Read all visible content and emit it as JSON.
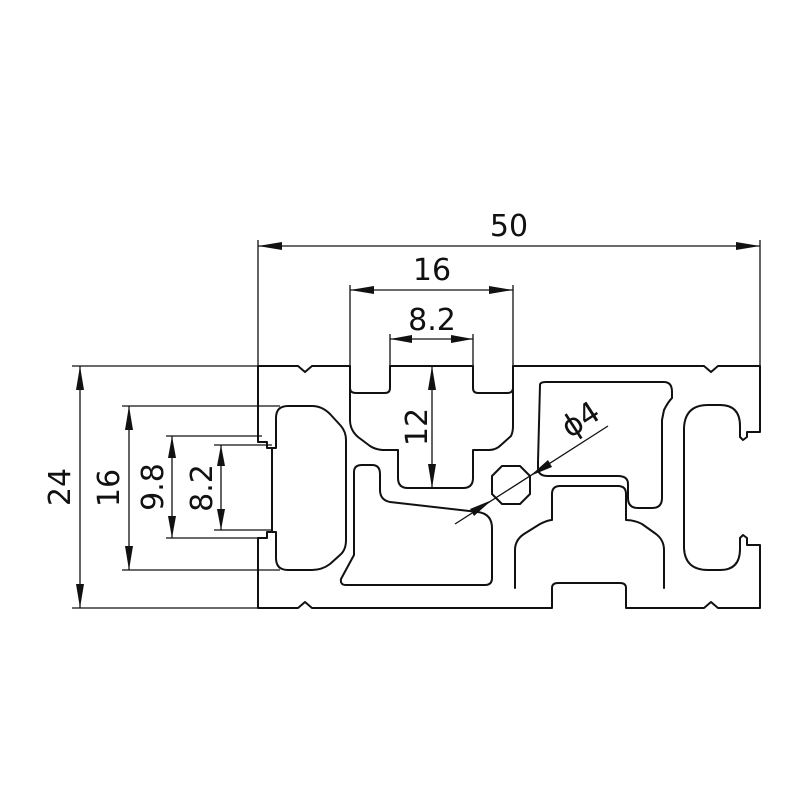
{
  "drawing": {
    "dimensions": {
      "overall_width": "50",
      "slot_width": "16",
      "slot_opening_top": "8.2",
      "slot_depth": "12",
      "overall_height": "24",
      "side_slot_width": "16",
      "side_inner_width": "9.8",
      "side_opening": "8.2",
      "center_bore": "ϕ4"
    }
  }
}
